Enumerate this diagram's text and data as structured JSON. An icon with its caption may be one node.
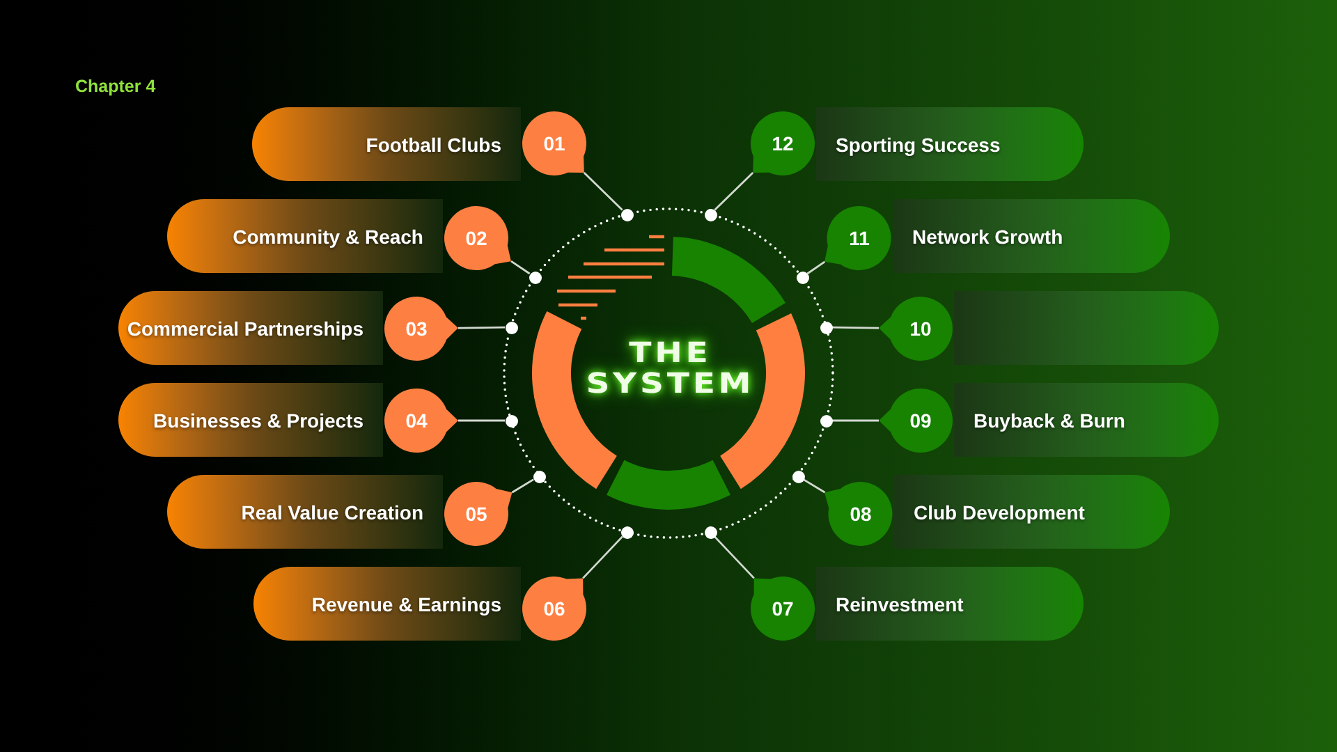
{
  "diagram": {
    "nodes": [
      {
        "text": [
          "THE SYSTEM"
        ]
      },
      {
        "text": [
          "Football Clubs"
        ]
      },
      {
        "text": [
          "01"
        ]
      },
      {
        "text": [],
        "shape": "circle"
      },
      {
        "text": [
          "Community & Reach"
        ]
      },
      {
        "text": [
          "02"
        ]
      },
      {
        "text": [],
        "shape": "circle"
      },
      {
        "text": [
          "Commercial Partnerships"
        ]
      },
      {
        "text": [
          "03"
        ]
      },
      {
        "text": [],
        "shape": "circle"
      },
      {
        "text": [
          "Businesses & Projects"
        ]
      },
      {
        "text": [
          "04"
        ]
      },
      {
        "text": [],
        "shape": "circle"
      },
      {
        "text": [
          "Real Value Creation"
        ]
      },
      {
        "text": [
          "05"
        ]
      },
      {
        "text": [],
        "shape": "circle"
      },
      {
        "text": [
          "Revenue & Earnings"
        ]
      },
      {
        "text": [
          "06"
        ]
      },
      {
        "text": [],
        "shape": "circle"
      },
      {
        "text": [
          "Reinvestment"
        ]
      },
      {
        "text": [
          "07"
        ]
      },
      {
        "text": [],
        "shape": "circle"
      },
      {
        "text": [
          "Club Development"
        ]
      },
      {
        "text": [
          "08"
        ]
      },
      {
        "text": [],
        "shape": "circle"
      },
      {
        "text": [
          "Buyback & Burn"
        ]
      },
      {
        "text": [
          "09"
        ]
      },
      {
        "text": [],
        "shape": "circle"
      },
      {
        "text": [],
        "shape": "box"
      },
      {
        "text": [
          "10"
        ]
      },
      {
        "text": [],
        "shape": "circle"
      },
      {
        "text": [
          "Network Growth"
        ]
      },
      {
        "text": [
          "11"
        ]
      },
      {
        "text": [],
        "shape": "circle"
      },
      {
        "text": [
          "Sporting Success"
        ]
      },
      {
        "text": [
          "12"
        ]
      },
      {
        "text": [],
        "shape": "circle"
      }
    ],
    "edges": [
      {
        "from": 2,
        "to": 3,
        "arrow": "none"
      },
      {
        "from": 5,
        "to": 6,
        "arrow": "none"
      },
      {
        "from": 8,
        "to": 9,
        "arrow": "none"
      },
      {
        "from": 11,
        "to": 12,
        "arrow": "none"
      },
      {
        "from": 14,
        "to": 15,
        "arrow": "none"
      },
      {
        "from": 17,
        "to": 18,
        "arrow": "none"
      },
      {
        "from": 20,
        "to": 21,
        "arrow": "none"
      },
      {
        "from": 23,
        "to": 24,
        "arrow": "none"
      },
      {
        "from": 26,
        "to": 27,
        "arrow": "none"
      },
      {
        "from": 29,
        "to": 30,
        "arrow": "none"
      },
      {
        "from": 32,
        "to": 33,
        "arrow": "none"
      },
      {
        "from": 35,
        "to": 36,
        "arrow": "none"
      }
    ],
    "labels": [
      "Chapter 4"
    ]
  }
}
